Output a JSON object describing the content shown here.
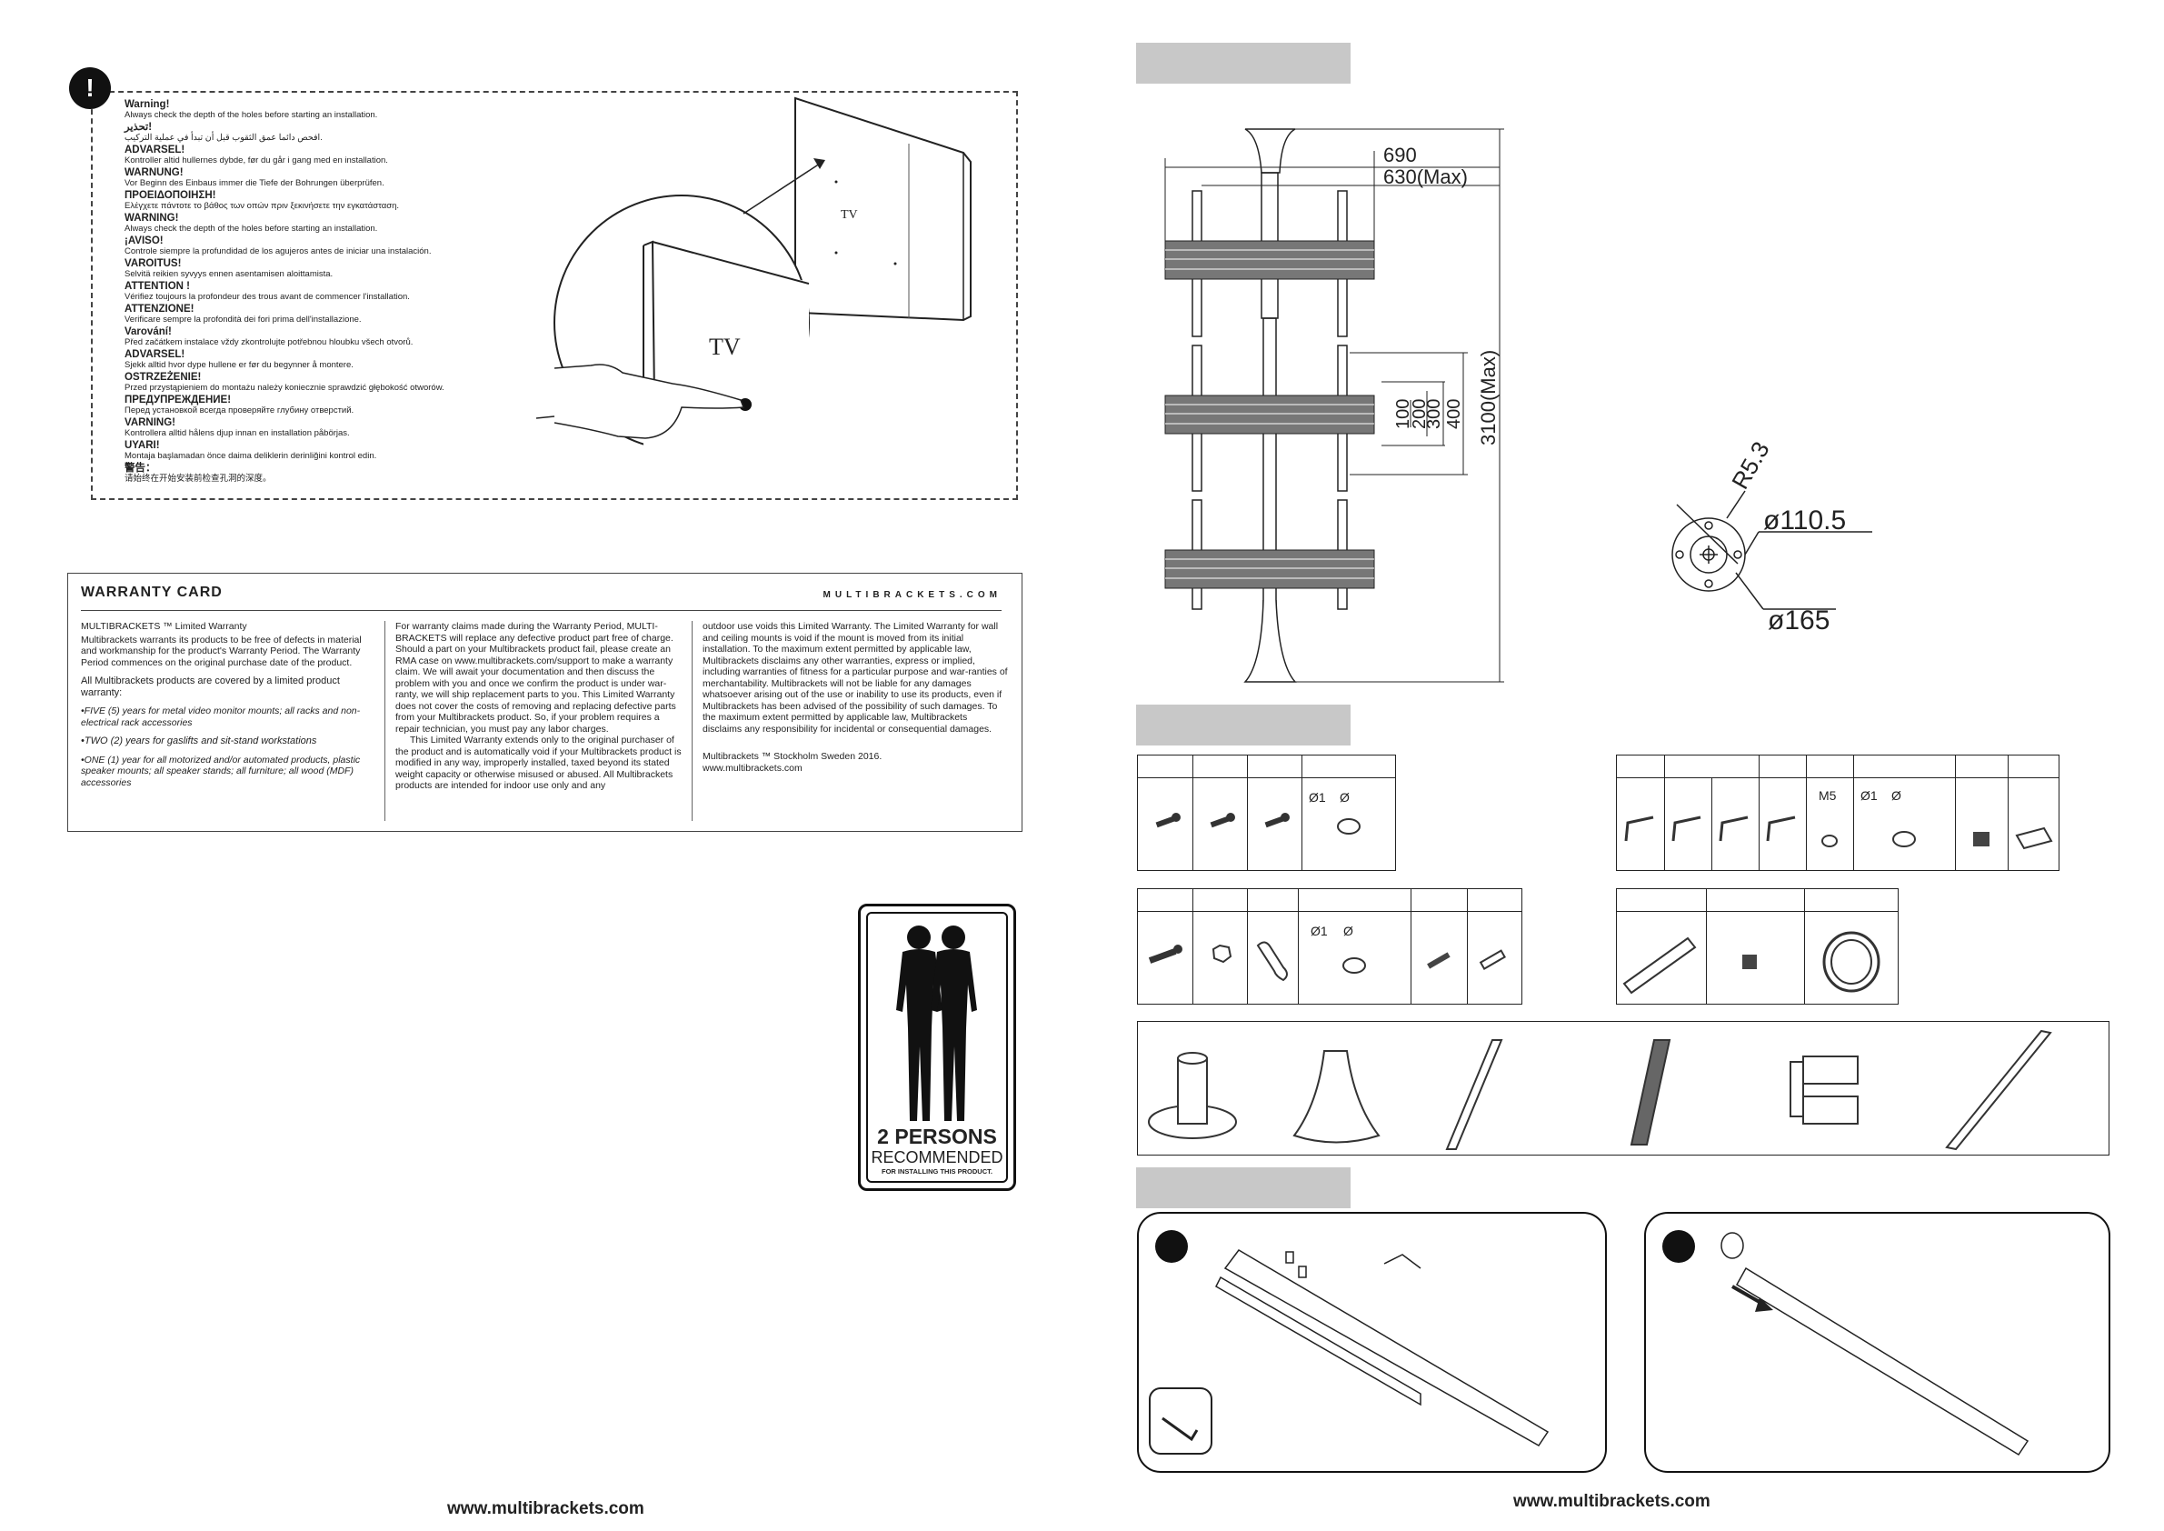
{
  "warnings": [
    {
      "title": "Warning!",
      "text": "Always check the depth of the holes before starting an installation."
    },
    {
      "title": "تحذير!",
      "text": "افحص دائما عمق الثقوب قبل أن تبدأ في عملية التركيب."
    },
    {
      "title": "ADVARSEL!",
      "text": "Kontroller altid hullernes dybde, før du går i gang med en installation."
    },
    {
      "title": "WARNUNG!",
      "text": "Vor Beginn des Einbaus immer die Tiefe der Bohrungen überprüfen."
    },
    {
      "title": "ΠΡΟΕΙΔΟΠΟΙΗΣΗ!",
      "text": "Ελέγχετε πάντοτε το βάθος των οπών πριν ξεκινήσετε την εγκατάσταση."
    },
    {
      "title": "WARNING!",
      "text": "Always check the depth of the holes before starting an installation."
    },
    {
      "title": "¡AVISO!",
      "text": "Controle siempre la profundidad de los agujeros antes de iniciar una instalación."
    },
    {
      "title": "VAROITUS!",
      "text": "Selvitä reikien syvyys ennen asentamisen aloittamista."
    },
    {
      "title": "ATTENTION !",
      "text": "Vérifiez toujours la profondeur des trous avant de commencer l'installation."
    },
    {
      "title": "ATTENZIONE!",
      "text": "Verificare sempre la profondità dei fori prima dell'installazione."
    },
    {
      "title": "Varování!",
      "text": "Před začátkem instalace vždy zkontrolujte potřebnou hloubku všech otvorů."
    },
    {
      "title": "ADVARSEL!",
      "text": "Sjekk alltid hvor dype hullene er før du begynner å montere."
    },
    {
      "title": "OSTRZEŻENIE!",
      "text": "Przed przystąpieniem do montażu należy koniecznie sprawdzić głębokość otworów."
    },
    {
      "title": "ПРЕДУПРЕЖДЕНИЕ!",
      "text": "Перед установкой всегда проверяйте глубину отверстий."
    },
    {
      "title": "VARNING!",
      "text": "Kontrollera alltid hålens djup innan en installation påbörjas."
    },
    {
      "title": "UYARI!",
      "text": "Montaja başlamadan önce daima deliklerin derinliğini kontrol edin."
    },
    {
      "title": "警告：",
      "text": "请始终在开始安装前检查孔洞的深度。"
    }
  ],
  "tv_label": "TV",
  "warranty": {
    "title": "WARRANTY CARD",
    "site": "MULTIBRACKETS.COM",
    "col1_heading": "MULTIBRACKETS ™ Limited Warranty",
    "col1_p1": "Multibrackets warrants its products to be free of defects in material and workmanship for the product's Warranty Period. The Warranty Period commences on the original purchase date of the product.",
    "col1_p2": "All Multibrackets products are covered by a limited product warranty:",
    "col1_b1": "•FIVE (5) years for metal video monitor mounts; all racks and non-electrical rack accessories",
    "col1_b2": "•TWO (2) years for gaslifts and sit-stand workstations",
    "col1_b3": "•ONE (1) year for all motorized and/or automated products, plastic speaker mounts; all speaker stands; all furniture; all wood (MDF) accessories",
    "col2_p1": "For warranty claims made during the Warranty Period, MULTI-BRACKETS will replace any defective product part free of charge. Should a part on your Multibrackets product fail, please create an RMA case on www.multibrackets.com/support to make a warranty claim. We will await your documentation and then discuss the problem with you and once we confirm the product is under war-ranty, we will ship replacement parts to you. This Limited Warranty does not cover the costs of removing and replacing defective parts from your Multibrackets product. So, if your problem requires a repair technician, you must pay any labor charges.",
    "col2_p2": "This Limited Warranty extends only to the original purchaser of the product and is automatically void if your Multibrackets product is modified in any way, improperly installed, taxed beyond its stated weight capacity or otherwise misused or abused. All Multibrackets products are intended for indoor use only and any",
    "col3_p1": "outdoor use voids this Limited Warranty. The Limited Warranty for wall and ceiling mounts is void if the mount is moved from its initial installation. To the maximum extent permitted by applicable law, Multibrackets disclaims any other warranties, express or implied, including warranties of fitness for a particular purpose and war-ranties of merchantability. Multibrackets will not be liable for any damages whatsoever arising out of the use or inability to use its products, even if Multibrackets has been advised of the possibility of such damages. To the maximum extent permitted by applicable law, Multibrackets disclaims any responsibility for incidental or consequential damages.",
    "col3_p2": "Multibrackets ™ Stockholm Sweden 2016.",
    "col3_p3": "www.multibrackets.com"
  },
  "persons": {
    "big": "2 PERSONS",
    "rec": "RECOMMENDED",
    "small": "FOR INSTALLING THIS PRODUCT."
  },
  "dims": {
    "w1": "690",
    "w2": "630(Max)",
    "h": "3100(Max)",
    "v1": "100",
    "v2": "200",
    "v3": "300",
    "v4": "400",
    "r": "R5.3",
    "d1": "ø110.5",
    "d2": "ø165"
  },
  "parts_labels": {
    "phi1": "Ø1",
    "phi": "Ø",
    "m5": "M5"
  },
  "footer_left": "www.multibrackets.com",
  "footer_right": "www.multibrackets.com"
}
